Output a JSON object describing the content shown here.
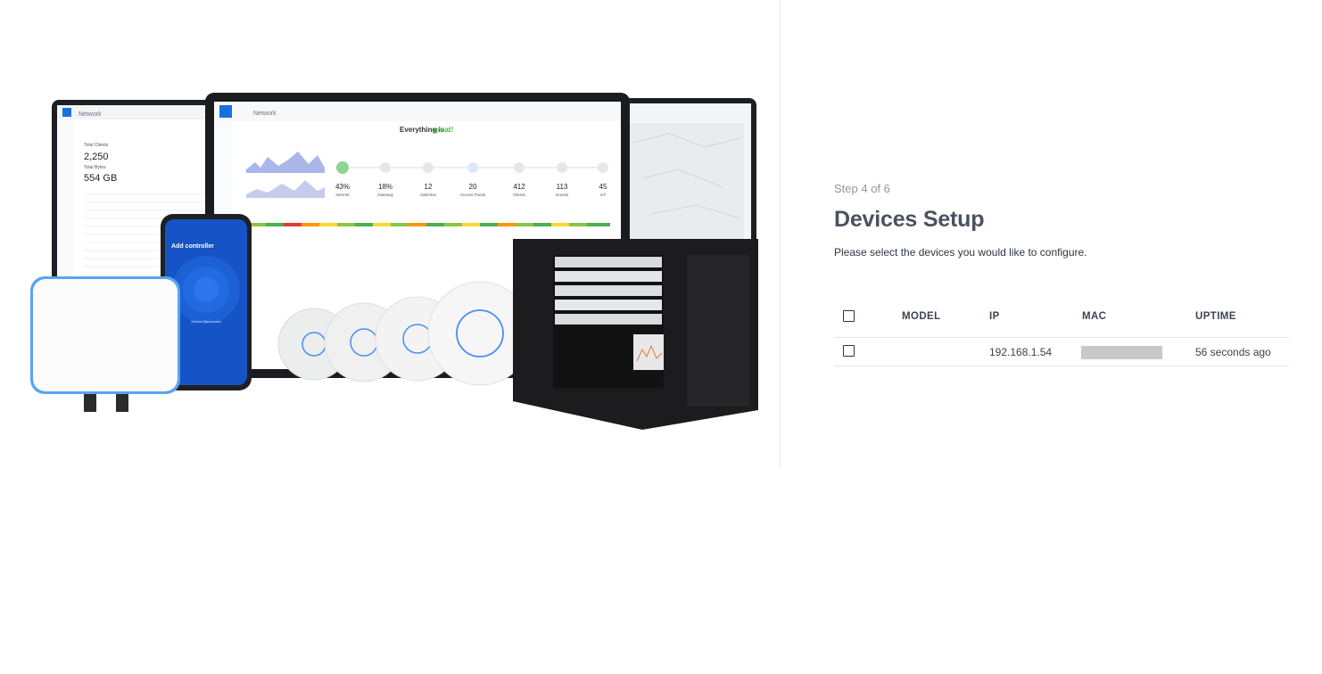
{
  "setup": {
    "step_label": "Step 4 of 6",
    "title": "Devices Setup",
    "instructions": "Please select the devices you would like to configure."
  },
  "devices_table": {
    "columns": [
      "MODEL",
      "IP",
      "MAC",
      "UPTIME"
    ],
    "rows": [
      {
        "model": "",
        "ip": "192.168.1.54",
        "mac": "",
        "mac_redacted": true,
        "uptime": "56 seconds ago",
        "selected": false
      }
    ],
    "select_all": false
  },
  "hero": {
    "illustration": "unifi-product-family",
    "app_name": "Network",
    "headline": "Everything is",
    "headline_accent": "great!",
    "phone_title": "Add controller",
    "phone_status": "Device Discovered",
    "tablet_stats": {
      "total_clients_label": "Total Clients",
      "total_clients": "2,250",
      "total_bytes_label": "Total Bytes",
      "total_bytes": "554 GB"
    },
    "metrics": [
      {
        "value": "43%",
        "label": "Internet"
      },
      {
        "value": "18%",
        "label": "Gateway"
      },
      {
        "value": "12",
        "label": "Switches"
      },
      {
        "value": "20",
        "label": "Access Points"
      },
      {
        "value": "412",
        "label": "Clients"
      },
      {
        "value": "113",
        "label": "Guests"
      },
      {
        "value": "45",
        "label": "IoT"
      }
    ],
    "colors": {
      "accent": "#1a6fe0",
      "good": "#3fbd3f",
      "rack": "#1c1c1e"
    }
  }
}
